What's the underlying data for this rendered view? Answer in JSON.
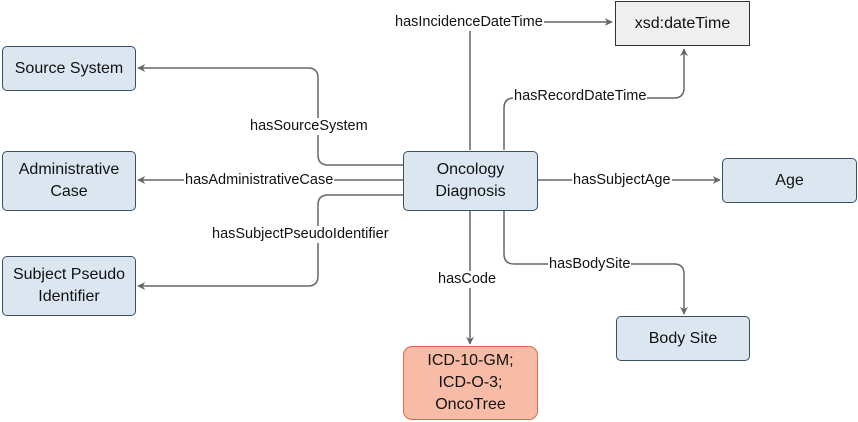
{
  "nodes": {
    "source_system": "Source System",
    "administrative_case": "Administrative\nCase",
    "subject_pseudo_identifier": "Subject Pseudo\nIdentifier",
    "oncology_diagnosis": "Oncology\nDiagnosis",
    "datetime": "xsd:dateTime",
    "age": "Age",
    "body_site": "Body Site",
    "code": "ICD-10-GM;\nICD-O-3;\nOncoTree"
  },
  "edges": {
    "has_incidence_date_time": "hasIncidenceDateTime",
    "has_record_date_time": "hasRecordDateTime",
    "has_source_system": "hasSourceSystem",
    "has_administrative_case": "hasAdministrativeCase",
    "has_subject_pseudo_identifier": "hasSubjectPseudoIdentifier",
    "has_subject_age": "hasSubjectAge",
    "has_body_site": "hasBodySite",
    "has_code": "hasCode"
  },
  "colors": {
    "node_fill": "#dbe6f0",
    "node_stroke": "#3b4f63",
    "literal_fill": "#efefef",
    "code_fill": "#f8bba5",
    "code_stroke": "#d9694a",
    "edge": "#666666"
  }
}
